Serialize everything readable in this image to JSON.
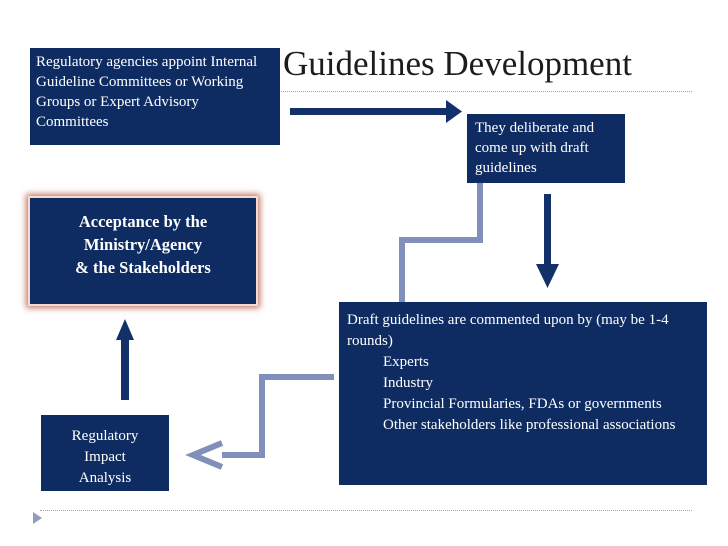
{
  "title": "Guidelines Development",
  "boxes": {
    "appoint": "Regulatory agencies appoint Internal Guideline Committees or Working Groups or Expert Advisory Committees",
    "deliberate": "They deliberate and come up with draft guidelines",
    "acceptance": {
      "line1": "Acceptance by the",
      "line2": "Ministry/Agency",
      "line3": "& the Stakeholders"
    },
    "draft": {
      "intro": "Draft guidelines are commented upon by (may be 1-4 rounds)",
      "items": [
        "Experts",
        "Industry",
        "Provincial Formularies, FDAs or governments",
        "Other stakeholders like professional associations"
      ]
    },
    "ria": {
      "line1": "Regulatory",
      "line2": "Impact",
      "line3": "Analysis"
    }
  },
  "colors": {
    "box_fill": "#0f2c62",
    "arrow_navy": "#13306a",
    "connector_light": "#8190bb",
    "glow": "#c47a64"
  }
}
